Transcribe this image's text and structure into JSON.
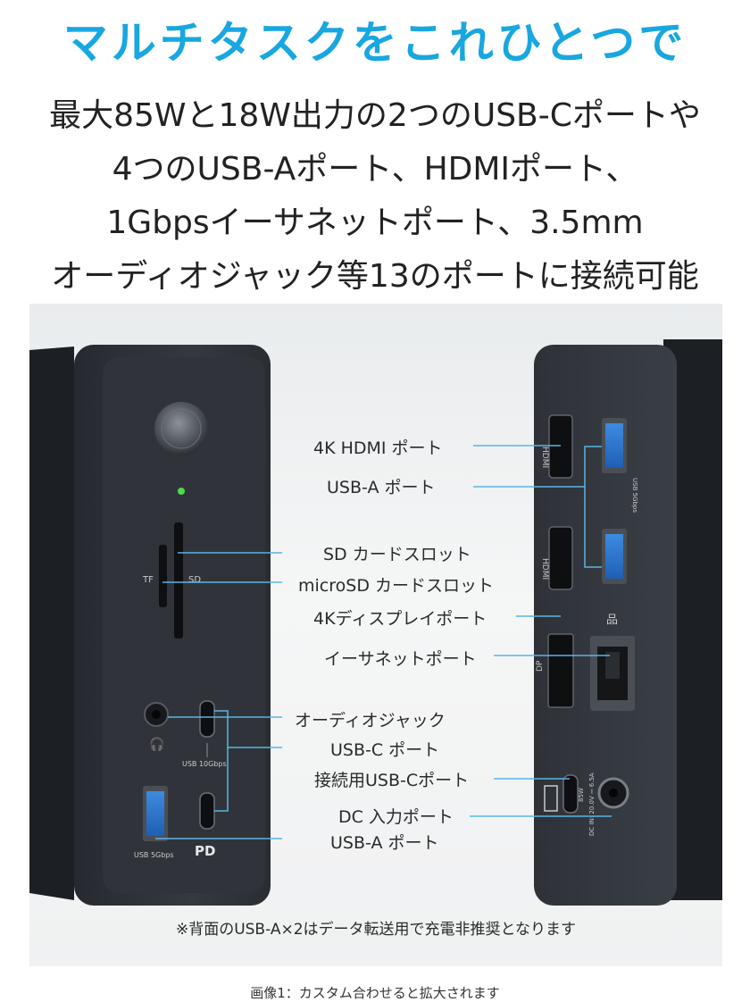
{
  "headline": "マルチタスクをこれひとつで",
  "subtitle_lines": [
    "最大85Wと18W出力の2つのUSB-Cポートや",
    "4つのUSB-Aポート、HDMIポート、",
    "1Gbpsイーサネットポート、3.5mm",
    "オーディオジャック等13のポートに接続可能"
  ],
  "device_labels": {
    "tf": "TF",
    "sd": "SD",
    "usb_10gbps": "USB 10Gbps",
    "usb_5gbps_front": "USB 5Gbps",
    "pd": "PD",
    "usb_5gbps_back": "USB 5Gbps",
    "dp": "DP",
    "hdmi": "HDMI",
    "w85": "85W",
    "dc_in": "DC IN: 20.0V ⎓ 6.5A"
  },
  "callouts": [
    "4K HDMI ポート",
    "USB-A ポート",
    "SD カードスロット",
    "microSD カードスロット",
    "4Kディスプレイポート",
    "イーサネットポート",
    "オーディオジャック",
    "USB-C ポート",
    "接続用USB-Cポート",
    "DC 入力ポート",
    "USB-A ポート"
  ],
  "note": "※背面のUSB-A×2はデータ転送用で充電非推奨となります",
  "caption": "画像1：カスタム合わせると拡大されます",
  "colors": {
    "headline": "#18a7e0",
    "leader_line": "#5ab4e3",
    "device_body": "#2c3036"
  }
}
